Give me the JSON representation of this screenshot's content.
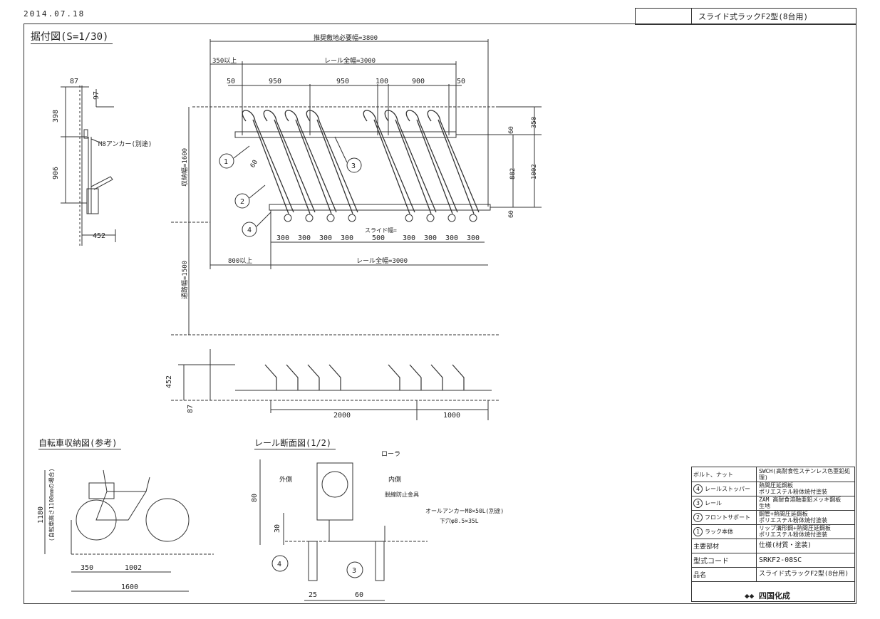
{
  "date": "2014.07.18",
  "title_block": {
    "name": "スライド式ラックF2型(8台用)"
  },
  "sections": {
    "install": "据付図(S=1/30)",
    "bike": "自転車収納図(参考)",
    "rail": "レール断面図(1/2)"
  },
  "side_view": {
    "dims": [
      "87",
      "97",
      "398",
      "906",
      "452"
    ],
    "anchor": "M8アンカー(別途)"
  },
  "plan_view": {
    "total": "推奨敷地必要幅=3800",
    "rail_len": "レール全幅=3000",
    "min_left": "350以上",
    "spacing_top": [
      "50",
      "950",
      "950",
      "100",
      "900",
      "50"
    ],
    "spacing_bottom": [
      "300",
      "300",
      "300",
      "300",
      "300",
      "300",
      "300",
      "300"
    ],
    "slide": "スライド幅=",
    "slide_val": "500",
    "min_left_bottom": "800以上",
    "rail_len_bottom": "レール全幅=3000",
    "depth": "収納幅=1600",
    "aisle": "通路幅=1500",
    "right_dims": [
      "60",
      "350",
      "882",
      "1002",
      "60"
    ],
    "angle": "60"
  },
  "elevation": {
    "dims": [
      "452",
      "87",
      "2000",
      "1000"
    ]
  },
  "bike": {
    "height": "1180",
    "note": "(自転車高さ1100mmの場合)",
    "dims": [
      "350",
      "1002",
      "1600"
    ]
  },
  "rail": {
    "labels": [
      "ローラ",
      "外側",
      "内側",
      "脱線防止金具",
      "オールアンカーM8×50L(別途)",
      "下穴φ8.5×35L"
    ],
    "dims": [
      "80",
      "30",
      "25",
      "60"
    ]
  },
  "table": {
    "rows": [
      {
        "key": "ボルト、ナット",
        "val": [
          "SWCH(高耐食性ステンレス色亜鉛処理)"
        ]
      },
      {
        "num": "4",
        "key": "レールストッパー",
        "val": [
          "熱間圧延鋼板",
          "ポリエステル粉体焼付塗装"
        ]
      },
      {
        "num": "3",
        "key": "レール",
        "val": [
          "ZAM 高耐食溶融亜鉛メッキ鋼板",
          "生地"
        ]
      },
      {
        "num": "2",
        "key": "フロントサポート",
        "val": [
          "鋼管+熱間圧延鋼板",
          "ポリエステル粉体焼付塗装"
        ]
      },
      {
        "num": "1",
        "key": "ラック本体",
        "val": [
          "リップ溝形鋼+熱間圧延鋼板",
          "ポリエステル粉体焼付塗装"
        ]
      },
      {
        "key": "主要部材",
        "val": [
          "仕様(材質・塗装)"
        ]
      },
      {
        "key": "型式コード",
        "val": [
          "SRKF2-08SC"
        ]
      },
      {
        "key": "品名",
        "val": [
          "スライド式ラックF2型(8台用)"
        ]
      }
    ],
    "company": "四国化成"
  }
}
